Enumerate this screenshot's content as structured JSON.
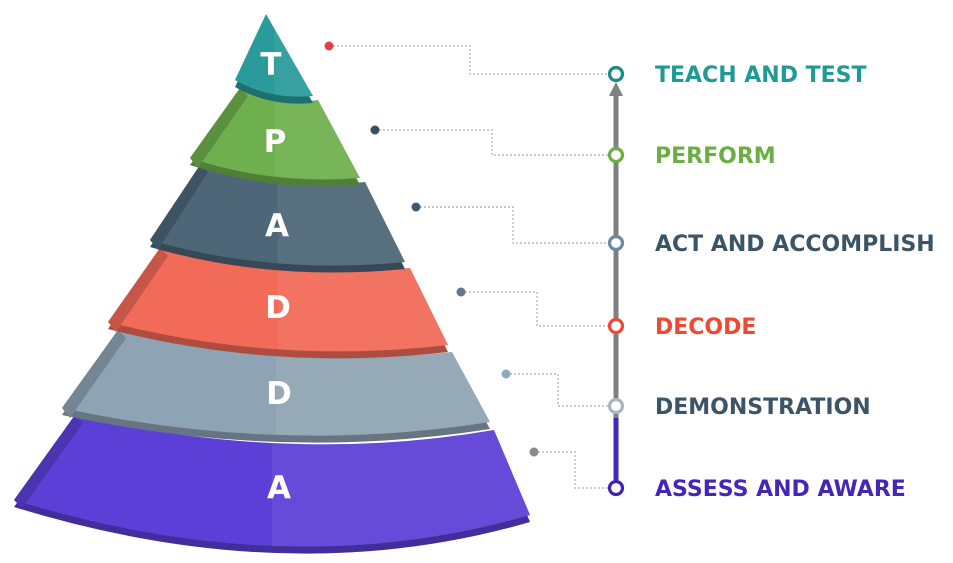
{
  "layers": [
    {
      "letter": "T",
      "label": "TEACH AND TEST",
      "color": "#2A9A9A",
      "text_color": "#1F9A96",
      "dot_color": "#E0424A",
      "node_color": "#1F8A84"
    },
    {
      "letter": "P",
      "label": "PERFORM",
      "color": "#6FB04E",
      "text_color": "#6BAE44",
      "dot_color": "#3C4E5E",
      "node_color": "#6BAE44"
    },
    {
      "letter": "A",
      "label": "ACT AND ACCOMPLISH",
      "color": "#4D6678",
      "text_color": "#3B5466",
      "dot_color": "#3C5A70",
      "node_color": "#6A8AA0"
    },
    {
      "letter": "D",
      "label": "DECODE",
      "color": "#F26A58",
      "text_color": "#EC4A33",
      "dot_color": "#5E7A90",
      "node_color": "#EC4A33"
    },
    {
      "letter": "D",
      "label": "DEMONSTRATION",
      "color": "#8EA3B3",
      "text_color": "#3B5466",
      "dot_color": "#8AAEC0",
      "node_color": "#A7B6C4"
    },
    {
      "letter": "A",
      "label": "ASSESS AND AWARE",
      "color": "#5B3FD6",
      "text_color": "#4527B8",
      "dot_color": "#8A8A86",
      "node_color": "#3F22B0"
    }
  ],
  "axis": {
    "line_color": "#7F8084",
    "base_color": "#4527B8"
  },
  "connector_color": "#B9B9B9"
}
